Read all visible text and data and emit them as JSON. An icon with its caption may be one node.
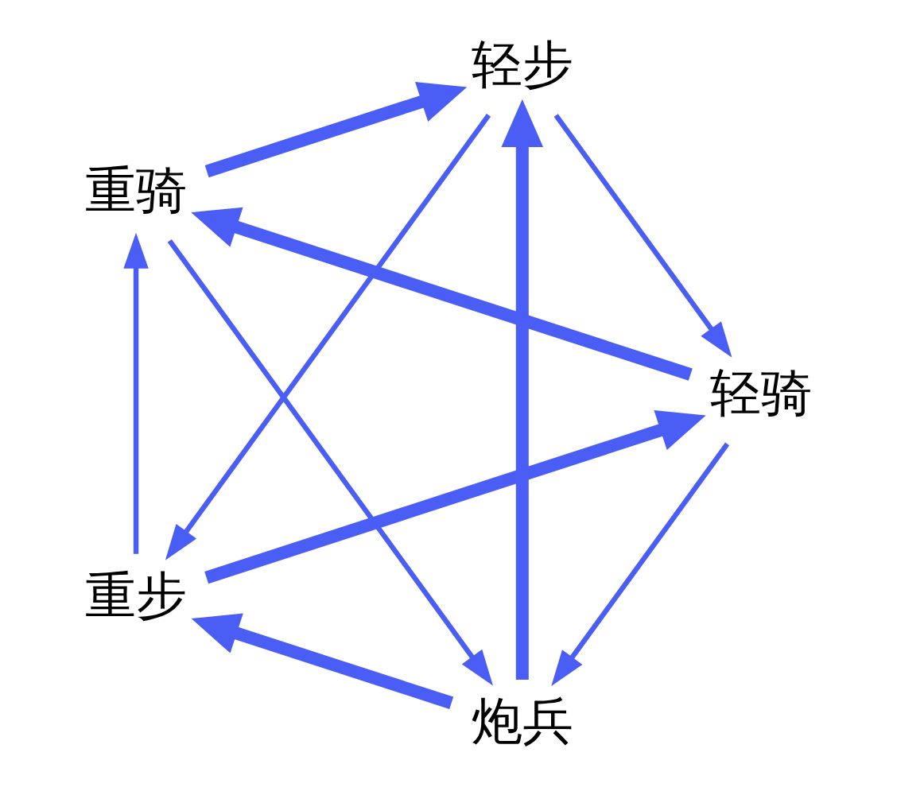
{
  "diagram": {
    "nodes": [
      {
        "text": [
          "炮兵"
        ]
      },
      {
        "text": [
          "轻骑"
        ]
      },
      {
        "text": [
          "重骑"
        ]
      },
      {
        "text": [
          "轻步"
        ]
      },
      {
        "text": [
          "重步"
        ]
      }
    ],
    "edges": [
      {
        "from": 1,
        "to": 0,
        "arrow": "to"
      },
      {
        "from": 2,
        "to": 0,
        "arrow": "to"
      },
      {
        "from": 1,
        "to": 2,
        "arrow": "to",
        "style": "thick"
      },
      {
        "from": 0,
        "to": 3,
        "arrow": "to",
        "style": "thick"
      },
      {
        "from": 0,
        "to": 4,
        "arrow": "to",
        "style": "thick"
      },
      {
        "from": 2,
        "to": 3,
        "arrow": "to",
        "style": "thick"
      },
      {
        "from": 4,
        "to": 1,
        "arrow": "to",
        "style": "thick"
      },
      {
        "from": 3,
        "to": 1,
        "arrow": "to"
      },
      {
        "from": 4,
        "to": 2,
        "arrow": "to"
      },
      {
        "from": 3,
        "to": 4,
        "arrow": "to"
      }
    ]
  }
}
